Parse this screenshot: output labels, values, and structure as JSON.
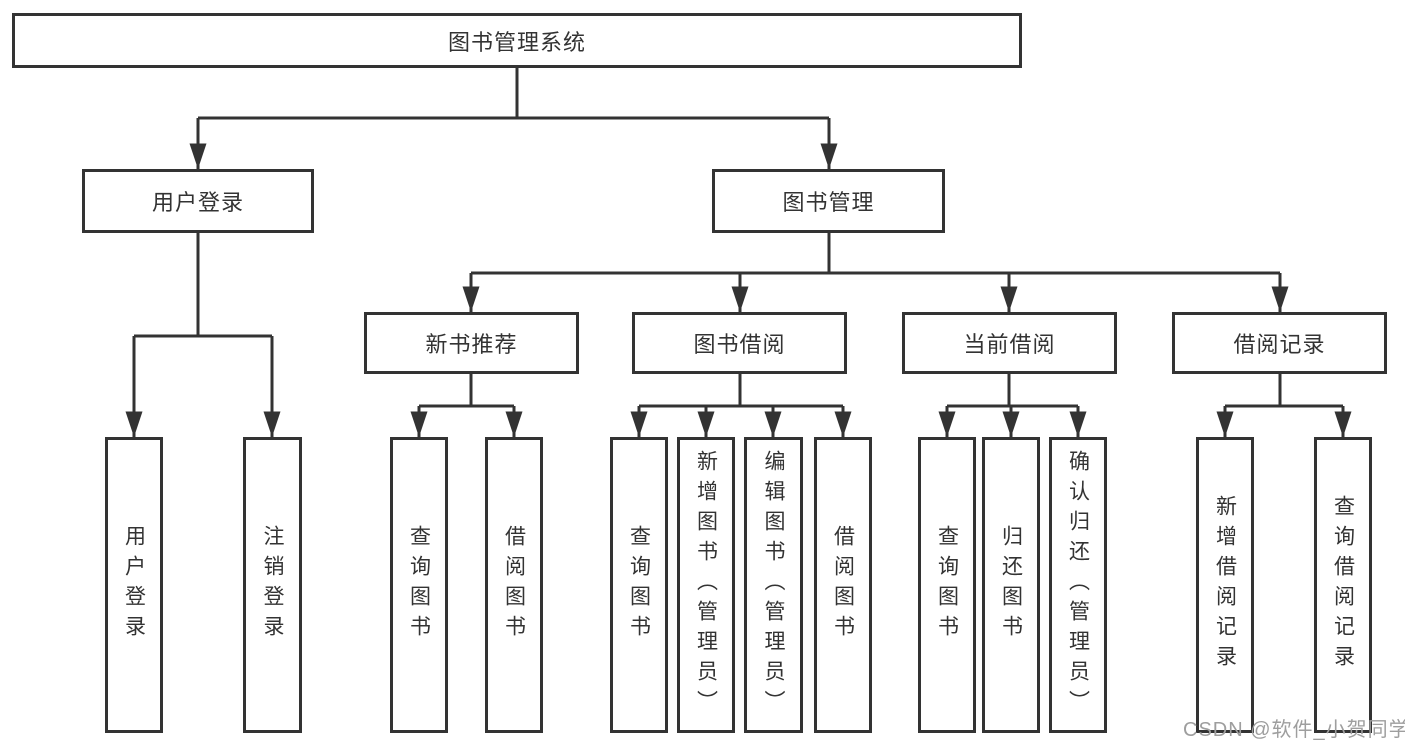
{
  "tree": {
    "root": "图书管理系统",
    "level2": [
      "用户登录",
      "图书管理"
    ],
    "level3": [
      "新书推荐",
      "图书借阅",
      "当前借阅",
      "借阅记录"
    ],
    "leaves": {
      "user_login": [
        "用户登录",
        "注销登录"
      ],
      "new_book_rec": [
        "查询图书",
        "借阅图书"
      ],
      "book_borrow": [
        "查询图书",
        "新增图书（管理员）",
        "编辑图书（管理员）",
        "借阅图书"
      ],
      "current_borrow": [
        "查询图书",
        "归还图书",
        "确认归还（管理员）"
      ],
      "borrow_record": [
        "新增借阅记录",
        "查询借阅记录"
      ]
    }
  },
  "watermark": "CSDN @软件_小贺同学",
  "colors": {
    "line": "#333333",
    "border": "#333333",
    "text": "#333333",
    "watermark": "#9e9e9e",
    "background": "#ffffff"
  }
}
